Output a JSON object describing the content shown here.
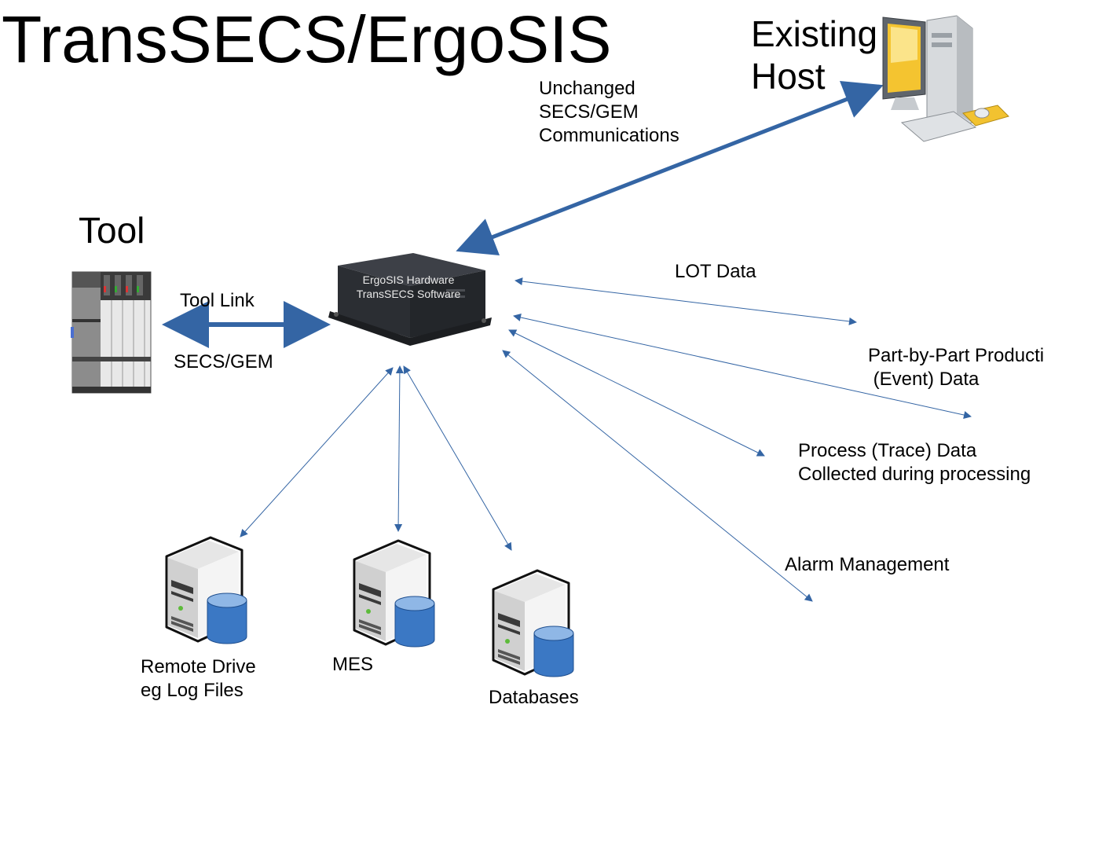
{
  "title": "TransSECS/ErgoSIS",
  "host": {
    "label": "Existing\nHost",
    "icon": "desktop-computer-icon"
  },
  "tool": {
    "label": "Tool",
    "icon": "tool-equipment-rack-icon"
  },
  "gateway": {
    "line1": "ErgoSIS Hardware",
    "line2": "TransSECS Software",
    "icon": "gateway-box-icon"
  },
  "links": {
    "host_comm": "Unchanged\nSECS/GEM\nCommunications",
    "tool_link": "Tool Link",
    "tool_protocol": "SECS/GEM"
  },
  "data_outputs": [
    {
      "label": "LOT Data"
    },
    {
      "label": "Part-by-Part Producti\n (Event) Data"
    },
    {
      "label": "Process (Trace) Data\nCollected during processing"
    },
    {
      "label": "Alarm Management"
    }
  ],
  "servers": [
    {
      "label": "Remote Drive\neg Log Files",
      "icon": "server-database-icon"
    },
    {
      "label": "MES",
      "icon": "server-database-icon"
    },
    {
      "label": "Databases",
      "icon": "server-database-icon"
    }
  ],
  "colors": {
    "arrow": "#3465a4",
    "box": "#2b2e33",
    "box_top": "#3d4047"
  }
}
